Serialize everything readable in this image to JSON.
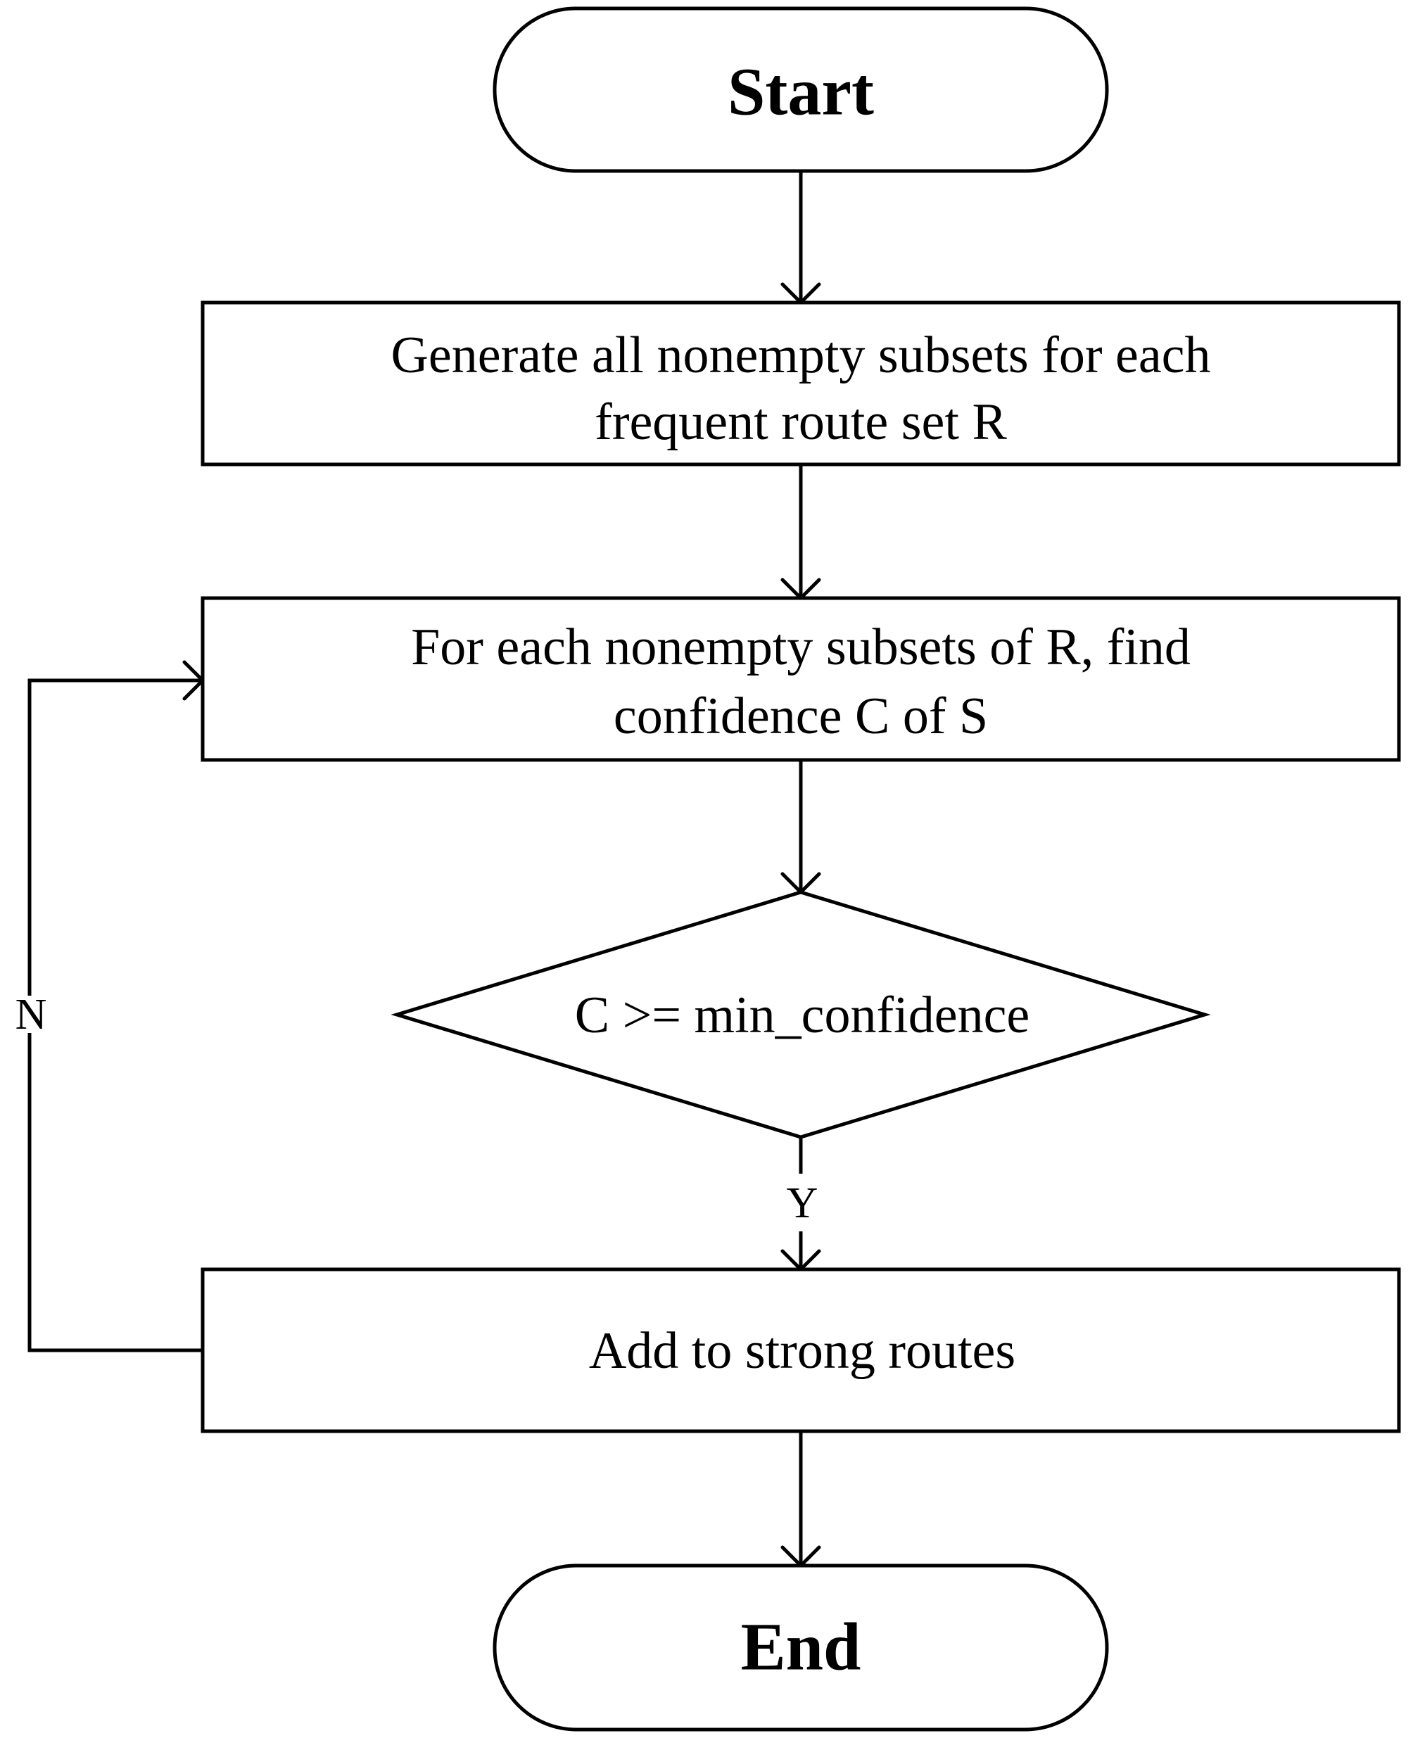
{
  "diagram": {
    "start": "Start",
    "step_generate": {
      "line1": "Generate all nonempty subsets for each",
      "line2": "frequent route set R"
    },
    "step_confidence": {
      "line1": "For each nonempty subsets of R, find",
      "line2": "confidence C of S"
    },
    "decision": "C >= min_confidence",
    "branch_yes": "Y",
    "branch_no": "N",
    "step_add": "Add to strong routes",
    "end": "End"
  }
}
